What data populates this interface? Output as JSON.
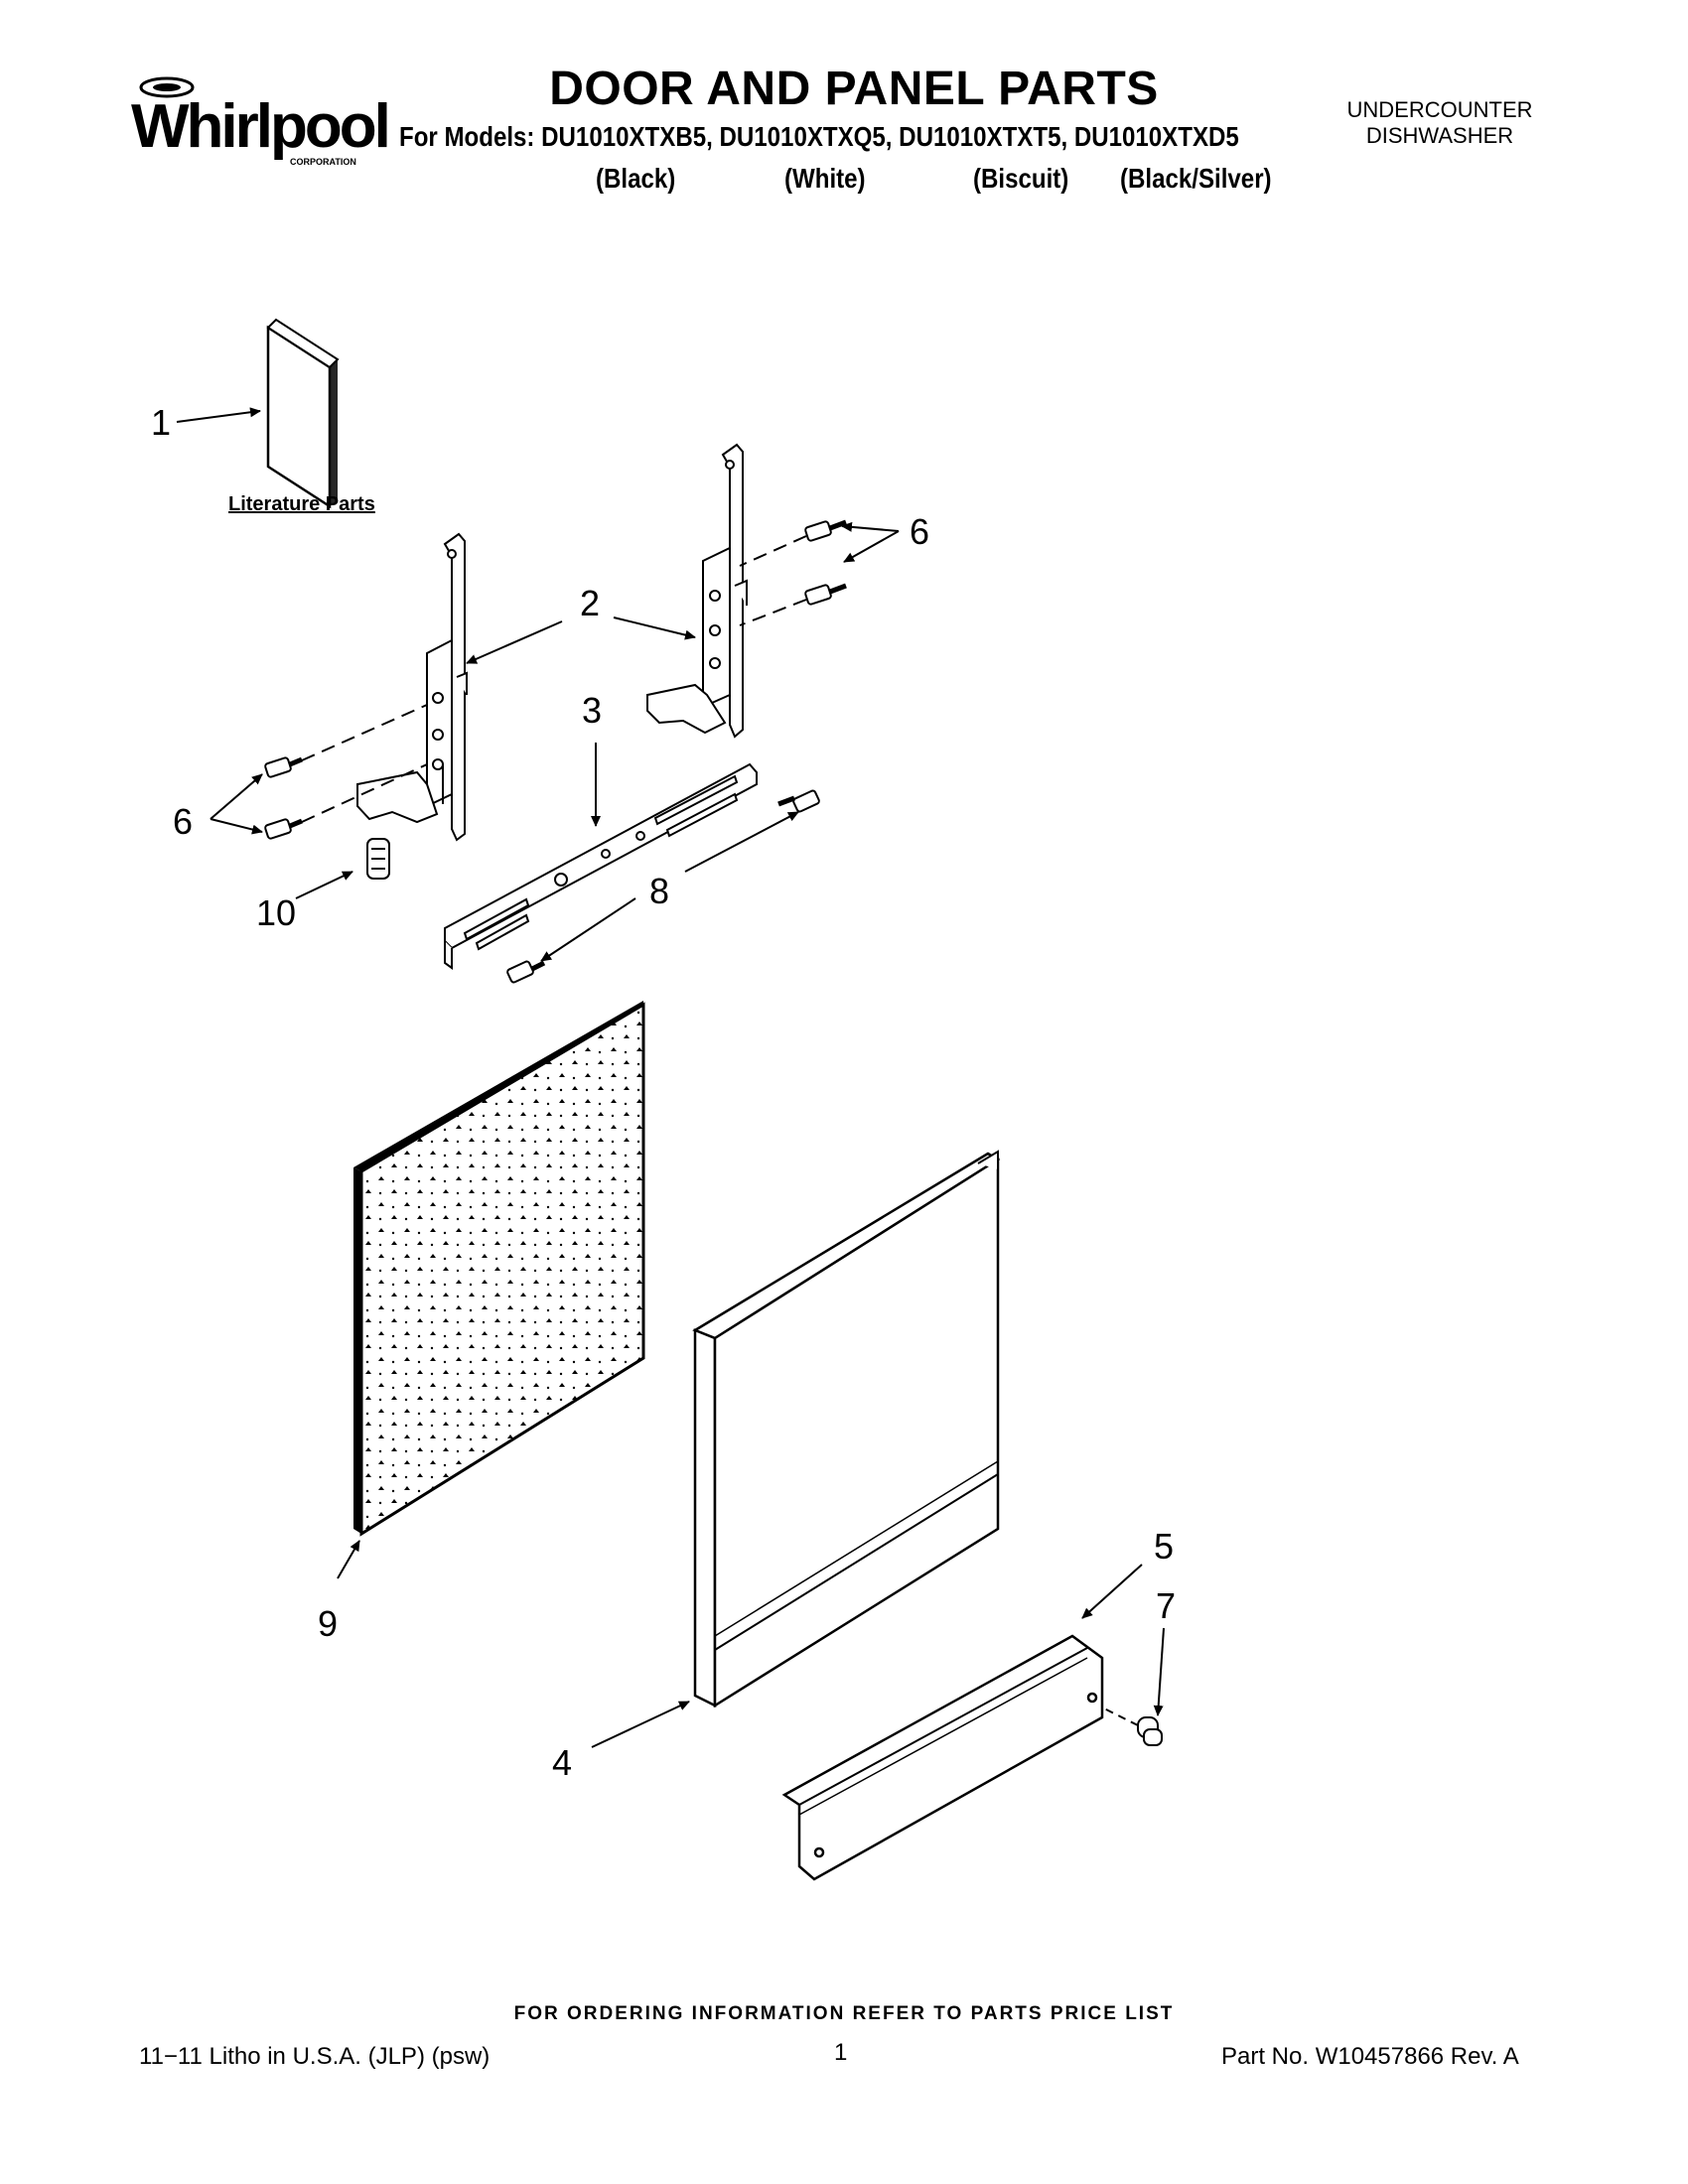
{
  "header": {
    "brand": "Whirlpool",
    "brand_sub": "CORPORATION",
    "title": "DOOR AND PANEL PARTS",
    "models_prefix": "For Models: ",
    "models": "DU1010XTXB5, DU1010XTXQ5, DU1010XTXT5, DU1010XTXD5",
    "colors": [
      "(Black)",
      "(White)",
      "(Biscuit)",
      "(Black/Silver)"
    ],
    "appliance_line1": "UNDERCOUNTER",
    "appliance_line2": "DISHWASHER"
  },
  "diagram": {
    "literature_label": "Literature Parts",
    "callouts": [
      "1",
      "2",
      "3",
      "6",
      "6",
      "10",
      "8",
      "9",
      "4",
      "5",
      "7"
    ]
  },
  "footer": {
    "ordering_note": "FOR ORDERING INFORMATION REFER TO PARTS PRICE LIST",
    "litho": "11−11 Litho in U.S.A. (JLP) (psw)",
    "page_number": "1",
    "part_number": "Part No. W10457866 Rev. A"
  }
}
